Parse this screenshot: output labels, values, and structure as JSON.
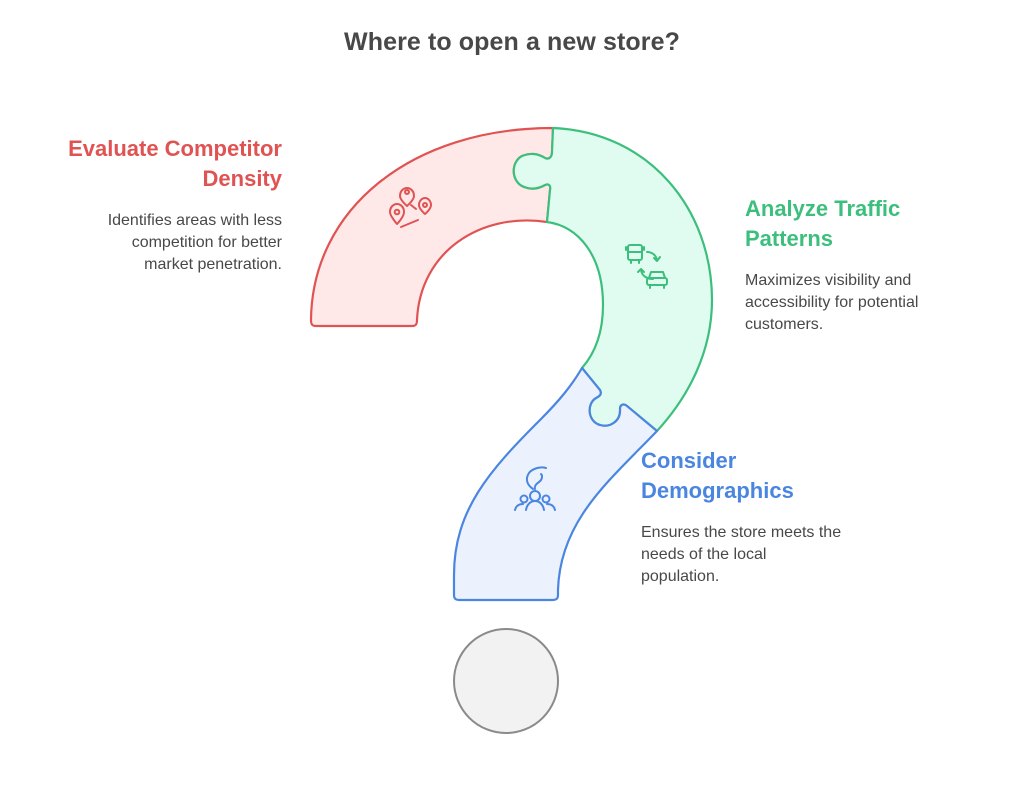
{
  "title": "Where to open a new store?",
  "colors": {
    "red_stroke": "#e05353",
    "red_fill": "#ffe8e8",
    "green_stroke": "#3cbf7d",
    "green_fill": "#e0fbef",
    "blue_stroke": "#4a86e0",
    "blue_fill": "#ebf2fe",
    "dot_stroke": "#8a8a8a",
    "dot_fill": "#f2f2f2",
    "text": "#484848"
  },
  "steps": [
    {
      "heading": "Evaluate Competitor Density",
      "heading_lines": [
        "Evaluate Competitor",
        "Density"
      ],
      "description": "Identifies areas with less competition for better market penetration.",
      "description_lines": [
        "Identifies areas with less",
        "competition for better",
        "market penetration."
      ],
      "icon": "map-pins-icon",
      "color": "red"
    },
    {
      "heading": "Analyze Traffic Patterns",
      "heading_lines": [
        "Analyze Traffic",
        "Patterns"
      ],
      "description": "Maximizes visibility and accessibility for potential customers.",
      "description_lines": [
        "Maximizes visibility and",
        "accessibility for potential",
        "customers."
      ],
      "icon": "bus-car-exchange-icon",
      "color": "green"
    },
    {
      "heading": "Consider Demographics",
      "heading_lines": [
        "Consider",
        "Demographics"
      ],
      "description": "Ensures the store meets the needs of the local population.",
      "description_lines": [
        "Ensures the store meets the",
        "needs of the local",
        "population."
      ],
      "icon": "people-group-icon",
      "color": "blue"
    }
  ]
}
